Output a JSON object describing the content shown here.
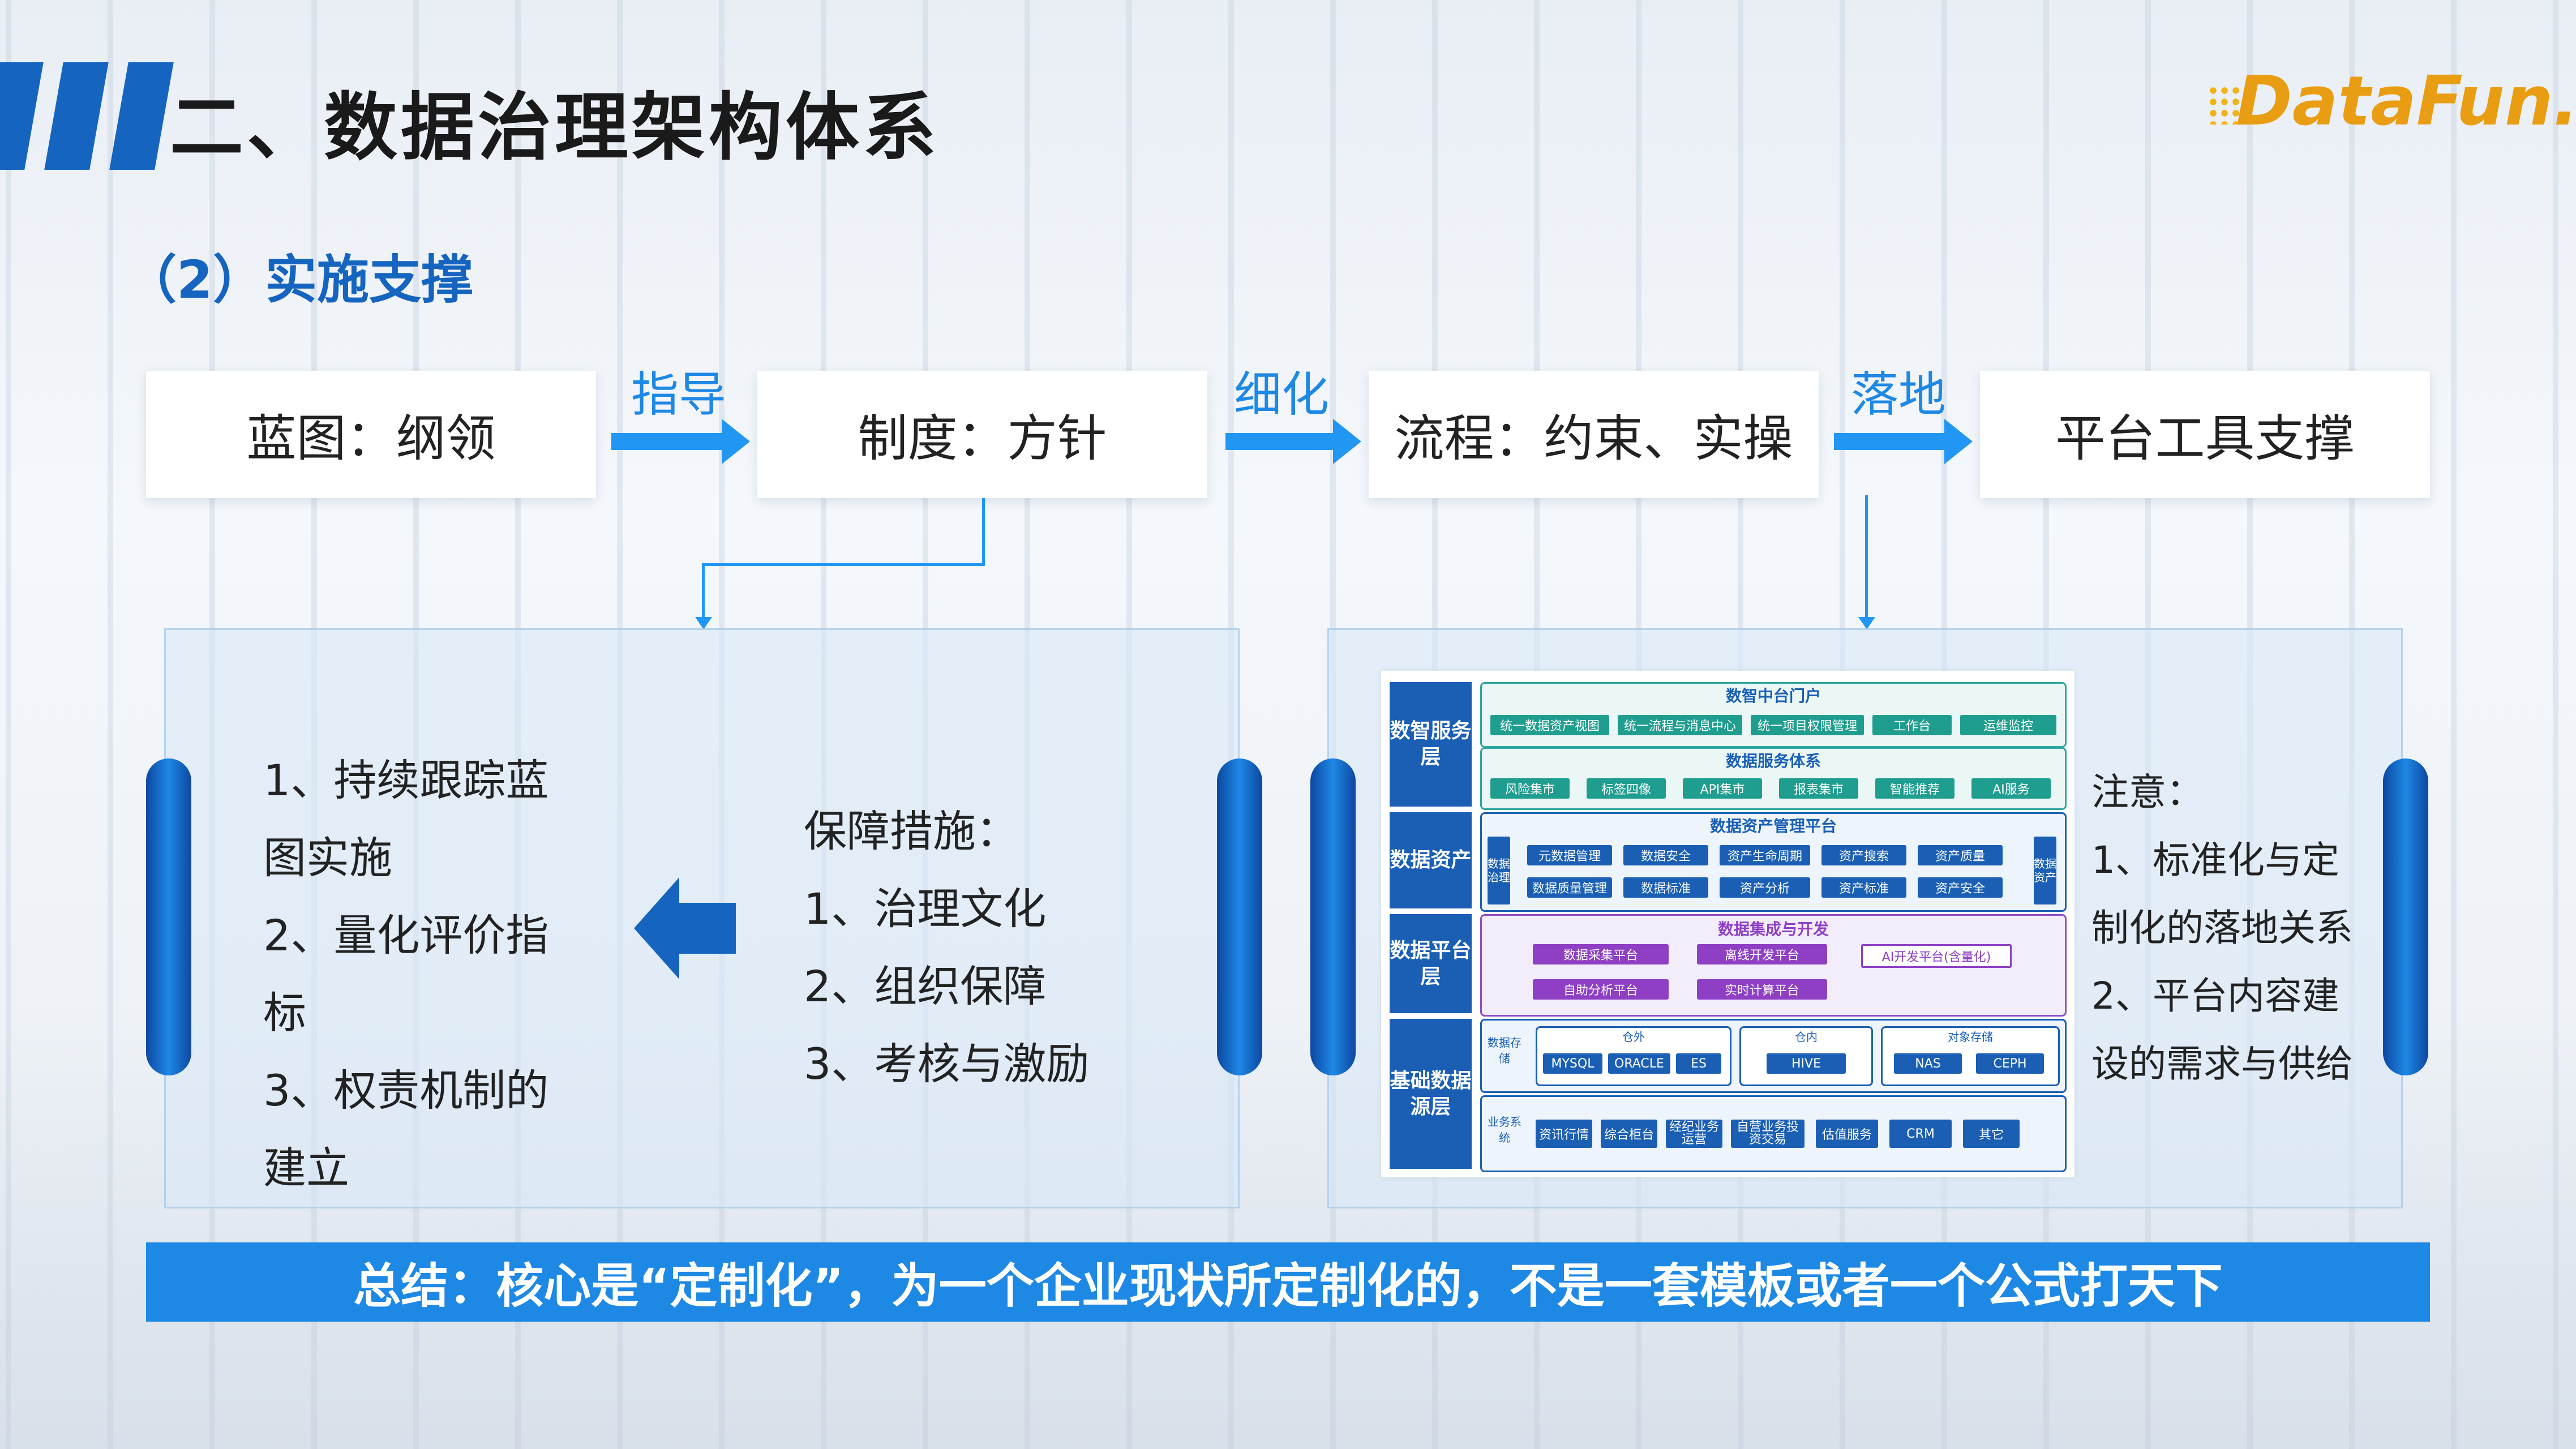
{
  "header": {
    "title": "二、数据治理架构体系",
    "logo": "DataFun."
  },
  "subtitle": "（2）实施支撑",
  "flow": {
    "boxes": [
      "蓝图：纲领",
      "制度：方针",
      "流程：约束、实操",
      "平台工具支撑"
    ],
    "arrows": [
      "指导",
      "细化",
      "落地"
    ]
  },
  "left_panel": {
    "left_lines": [
      "1、持续跟踪蓝",
      "图实施",
      "2、量化评价指",
      "标",
      "3、权责机制的",
      "建立"
    ],
    "right_lines": [
      "保障措施：",
      "1、治理文化",
      "2、组织保障",
      "3、考核与激励"
    ]
  },
  "diagram": {
    "layers": [
      "数智服务层",
      "数据资产",
      "数据平台层",
      "基础数据源层"
    ],
    "portal": {
      "title": "数智中台门户",
      "items": [
        "统一数据资产视图",
        "统一流程与消息中心",
        "统一项目权限管理",
        "工作台",
        "运维监控"
      ]
    },
    "service": {
      "title": "数据服务体系",
      "items": [
        "风险集市",
        "标签四像",
        "API集市",
        "报表集市",
        "智能推荐",
        "AI服务"
      ]
    },
    "asset": {
      "title": "数据资产管理平台",
      "side_left": "数据治理",
      "side_right": "数据资产",
      "row1": [
        "元数据管理",
        "数据安全",
        "资产生命周期",
        "资产搜索",
        "资产质量"
      ],
      "row2": [
        "数据质量管理",
        "数据标准",
        "资产分析",
        "资产标准",
        "资产安全"
      ]
    },
    "integration": {
      "title": "数据集成与开发",
      "row1": [
        "数据采集平台",
        "离线开发平台",
        "AI开发平台(含量化)"
      ],
      "row2": [
        "自助分析平台",
        "实时计算平台"
      ]
    },
    "storage": {
      "label": "数据存储",
      "groups": [
        {
          "title": "仓外",
          "items": [
            "MYSQL",
            "ORACLE",
            "ES"
          ]
        },
        {
          "title": "仓内",
          "items": [
            "HIVE"
          ]
        },
        {
          "title": "对象存储",
          "items": [
            "NAS",
            "CEPH"
          ]
        }
      ]
    },
    "business": {
      "label": "业务系统",
      "items": [
        "资讯行情",
        "综合柜台",
        "经纪业务运营",
        "自营业务投资交易",
        "估值服务",
        "CRM",
        "其它"
      ]
    }
  },
  "right_note": [
    "注意：",
    "1、标准化与定",
    "制化的落地关系",
    "2、平台内容建",
    "设的需求与供给"
  ],
  "summary": "总结：核心是“定制化”，为一个企业现状所定制化的，不是一套模板或者一个公式打天下"
}
